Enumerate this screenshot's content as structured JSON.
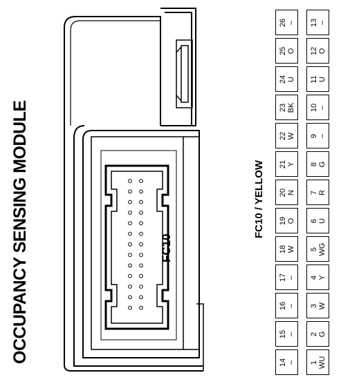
{
  "title": "OCCUPANCY SENSING MODULE",
  "connector": {
    "id": "FC10",
    "label": "FC10 / YELLOW"
  },
  "pins": [
    {
      "num": "1",
      "color": "WU"
    },
    {
      "num": "2",
      "color": "G"
    },
    {
      "num": "3",
      "color": "W"
    },
    {
      "num": "4",
      "color": "Y"
    },
    {
      "num": "5",
      "color": "WG"
    },
    {
      "num": "6",
      "color": "U"
    },
    {
      "num": "7",
      "color": "R"
    },
    {
      "num": "8",
      "color": "G"
    },
    {
      "num": "9",
      "color": "–"
    },
    {
      "num": "10",
      "color": "–"
    },
    {
      "num": "11",
      "color": "U"
    },
    {
      "num": "12",
      "color": "O"
    },
    {
      "num": "13",
      "color": "–"
    },
    {
      "num": "14",
      "color": "–"
    },
    {
      "num": "15",
      "color": "–"
    },
    {
      "num": "16",
      "color": "–"
    },
    {
      "num": "17",
      "color": "–"
    },
    {
      "num": "18",
      "color": "W"
    },
    {
      "num": "19",
      "color": "O"
    },
    {
      "num": "20",
      "color": "N"
    },
    {
      "num": "21",
      "color": "Y"
    },
    {
      "num": "22",
      "color": "W"
    },
    {
      "num": "23",
      "color": "BK"
    },
    {
      "num": "24",
      "color": "U"
    },
    {
      "num": "25",
      "color": "O"
    },
    {
      "num": "26",
      "color": "–"
    }
  ]
}
